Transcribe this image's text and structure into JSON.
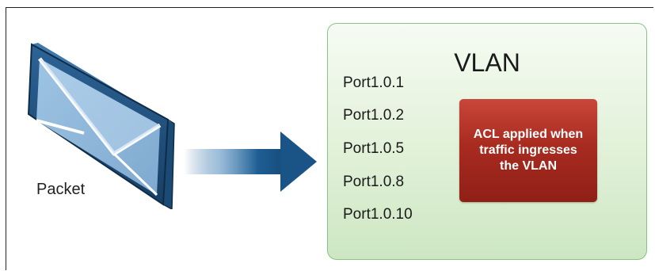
{
  "packet": {
    "label": "Packet",
    "icon": "envelope-icon"
  },
  "arrow": {
    "icon": "arrow-right-icon",
    "color": "#1e5e93"
  },
  "vlan": {
    "title": "VLAN",
    "ports": [
      "Port1.0.1",
      "Port1.0.2",
      "Port1.0.5",
      "Port1.0.8",
      "Port1.0.10"
    ],
    "border_color": "#86c586",
    "fill_color": "#e1f1d8"
  },
  "acl": {
    "text": "ACL applied when traffic ingresses the VLAN",
    "color": "#a82b20"
  }
}
